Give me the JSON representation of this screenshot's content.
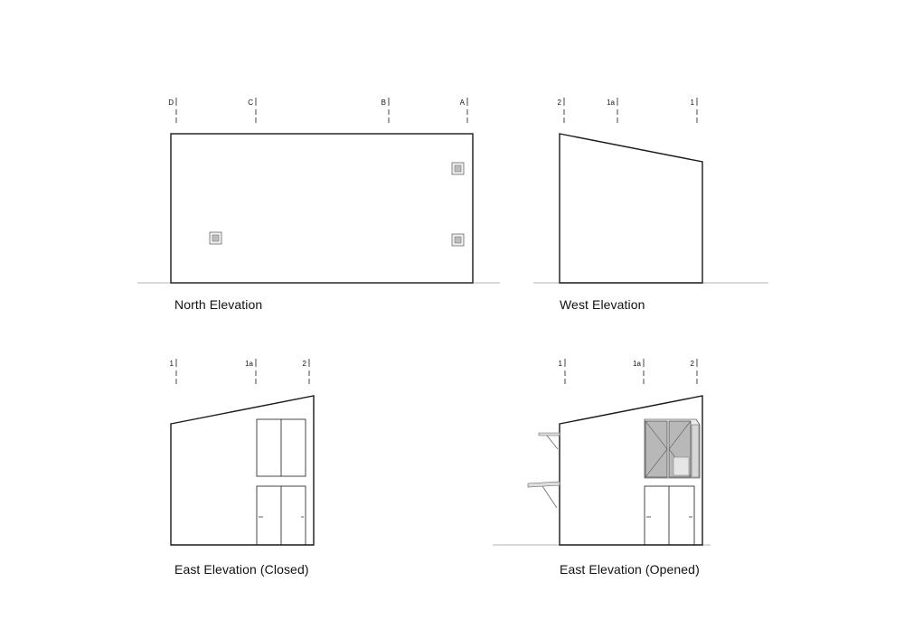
{
  "elevations": {
    "north": {
      "title": "North Elevation",
      "grid_labels": [
        "D",
        "C",
        "B",
        "A"
      ]
    },
    "west": {
      "title": "West Elevation",
      "grid_labels": [
        "2",
        "1a",
        "1"
      ]
    },
    "east_closed": {
      "title": "East Elevation (Closed)",
      "grid_labels": [
        "1",
        "1a",
        "2"
      ]
    },
    "east_opened": {
      "title": "East Elevation (Opened)",
      "grid_labels": [
        "1",
        "1a",
        "2"
      ]
    }
  },
  "colors": {
    "line": "#1a1a1a",
    "ground": "#9a9a9a",
    "panel_fill": "#b5b5b5",
    "panel_light": "#e2e2e2"
  }
}
